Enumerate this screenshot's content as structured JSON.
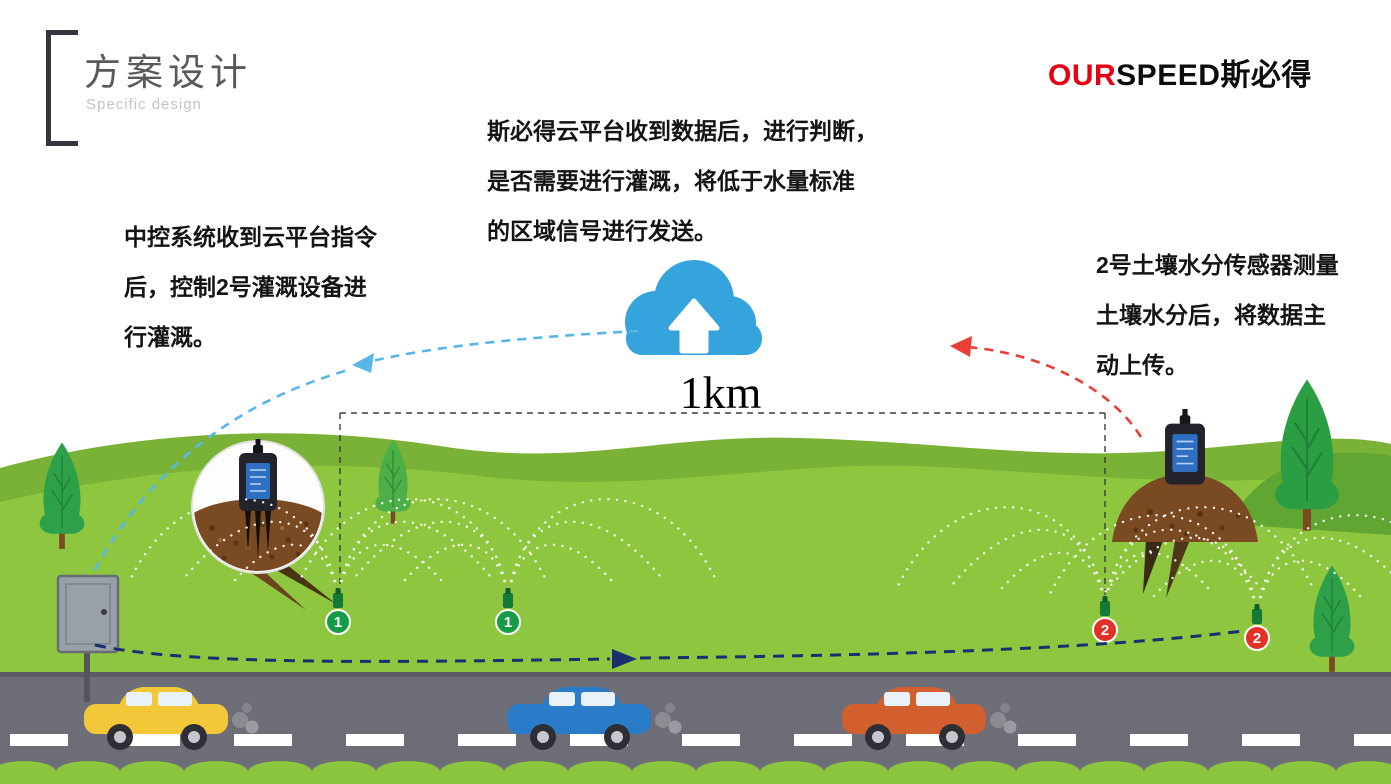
{
  "header": {
    "title": "方案设计",
    "subtitle": "Specific design",
    "logo_our": "OUR",
    "logo_speed": "SPEED",
    "logo_cn": "斯必得"
  },
  "annotations": {
    "cloud_lines": [
      "斯必得云平台收到数据后，进行判断，",
      "是否需要进行灌溉，将低于水量标准",
      "的区域信号进行发送。"
    ],
    "left_lines": [
      "中控系统收到云平台指令",
      "后，控制2号灌溉设备进",
      "行灌溉。"
    ],
    "right_lines": [
      "2号土壤水分传感器测量",
      "土壤水分后，将数据主",
      "动上传。"
    ],
    "distance_label": "1km"
  },
  "markers": {
    "green_label": "1",
    "red_label": "2"
  },
  "colors": {
    "logo_red": "#e60012",
    "cloud_blue": "#35a3dc",
    "arrow_blue": "#58b7e8",
    "arrow_red": "#ea3e36",
    "arrow_navy": "#1c2d72",
    "marker_green": "#149b45",
    "marker_red": "#e23126",
    "field_green": "#8ec73f",
    "hill_green": "#7ab237",
    "road_gray": "#6e6e78",
    "soil_brown": "#7a4a22",
    "title_gray": "#595959"
  }
}
